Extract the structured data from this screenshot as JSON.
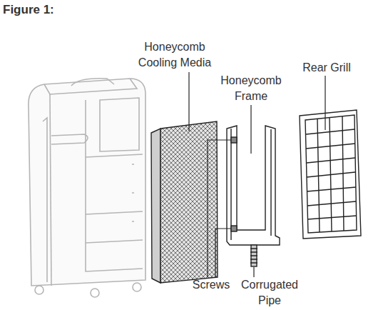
{
  "diagram": {
    "title": "Figure 1:",
    "labels": [
      "Honeycomb Cooling Media",
      "Honeycomb Frame",
      "Rear Grill",
      "Screws",
      "Corrugated Pipe"
    ]
  }
}
